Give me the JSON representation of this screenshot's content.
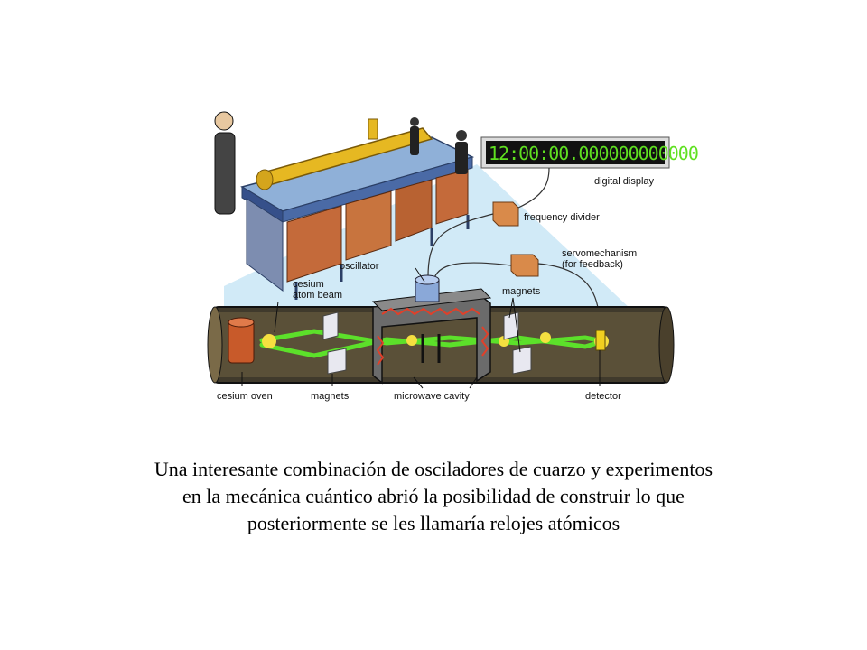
{
  "diagram": {
    "display_readout": "12:00:00.000000000000",
    "labels": {
      "digital_display": "digital display",
      "frequency_divider": "frequency divider",
      "servomechanism_1": "servomechanism",
      "servomechanism_2": "(for feedback)",
      "oscillator": "oscillator",
      "cesium_beam_1": "cesium",
      "cesium_beam_2": "atom beam",
      "magnets_top": "magnets",
      "cesium_oven": "cesium oven",
      "magnets_bottom": "magnets",
      "microwave_cavity": "microwave cavity",
      "detector": "detector"
    }
  },
  "caption": {
    "line1": "Una interesante combinación de osciladores de cuarzo y experimentos",
    "line2": "en la mecánica cuántico abrió la posibilidad de construir lo que",
    "line3": "posteriormente se les llamaría relojes atómicos"
  }
}
